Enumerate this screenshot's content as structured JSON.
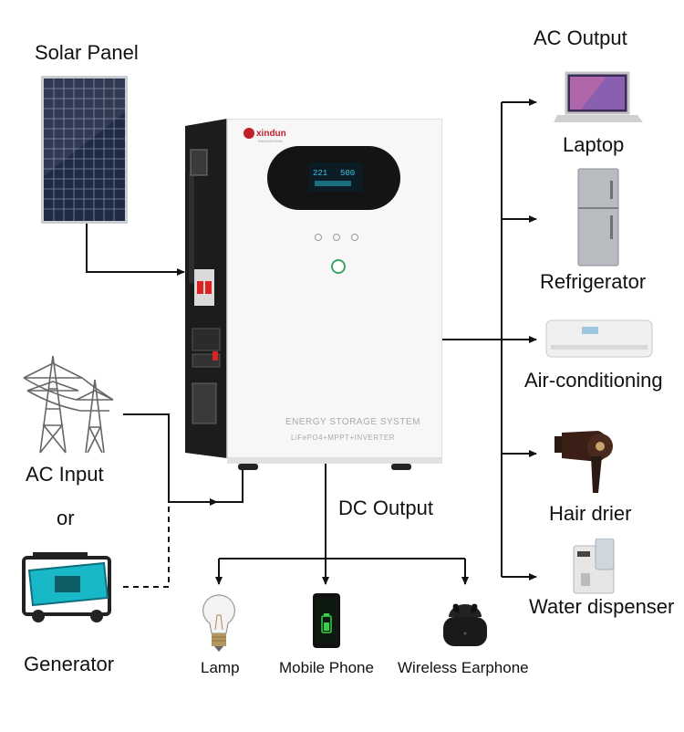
{
  "labels": {
    "solar_panel": "Solar Panel",
    "ac_input": "AC Input",
    "or": "or",
    "generator": "Generator",
    "ac_output": "AC Output",
    "laptop": "Laptop",
    "refrigerator": "Refrigerator",
    "air_conditioning": "Air-conditioning",
    "hair_drier": "Hair drier",
    "water_dispenser": "Water dispenser",
    "dc_output": "DC Output",
    "lamp": "Lamp",
    "mobile_phone": "Mobile Phone",
    "wireless_earphone": "Wireless Earphone"
  },
  "device": {
    "brand": "xindun",
    "brand_sub": "INNOVATIONS",
    "title": "ENERGY STORAGE SYSTEM",
    "subtitle": "LiFePO4+MPPT+INVERTER",
    "screen_left": "221",
    "screen_right": "500"
  },
  "colors": {
    "line": "#111111",
    "brand": "#c0202a",
    "screen": "#3ec6e6",
    "panel": "#2a3a5c",
    "generator": "#19b8c9"
  }
}
